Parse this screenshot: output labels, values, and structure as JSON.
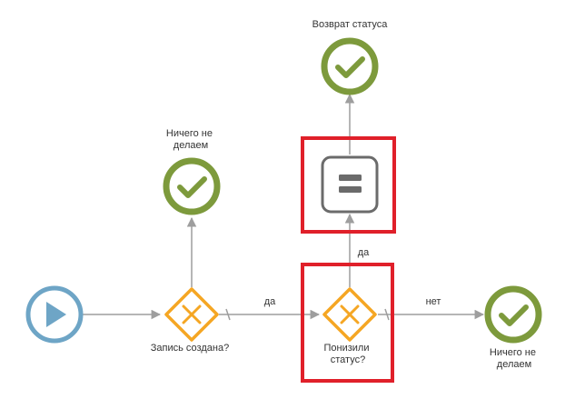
{
  "colors": {
    "start": "#6ea5c6",
    "end": "#7d9a3c",
    "gateway": "#f5a623",
    "task": "#6b6b6b",
    "highlight": "#e0202a",
    "connector": "#9e9e9e",
    "label": "#333333"
  },
  "nodes": {
    "start_event": {
      "icon": "play-icon"
    },
    "gateway_record_created": {
      "label": "Запись создана?",
      "icon": "x-icon"
    },
    "gateway_status_lowered": {
      "label_lines": [
        "Понизили",
        "статус?"
      ],
      "icon": "x-icon",
      "highlighted": true
    },
    "task_equals": {
      "icon": "equals-icon",
      "highlighted": true
    },
    "end_nothing_top": {
      "label_lines": [
        "Ничего не",
        "делаем"
      ],
      "icon": "checkmark-icon"
    },
    "end_status_return": {
      "label": "Возврат статуса",
      "icon": "checkmark-icon"
    },
    "end_nothing_right": {
      "label_lines": [
        "Ничего не",
        "делаем"
      ],
      "icon": "checkmark-icon"
    }
  },
  "flows": {
    "yes_right": "да",
    "yes_up": "да",
    "no_right": "нет"
  }
}
